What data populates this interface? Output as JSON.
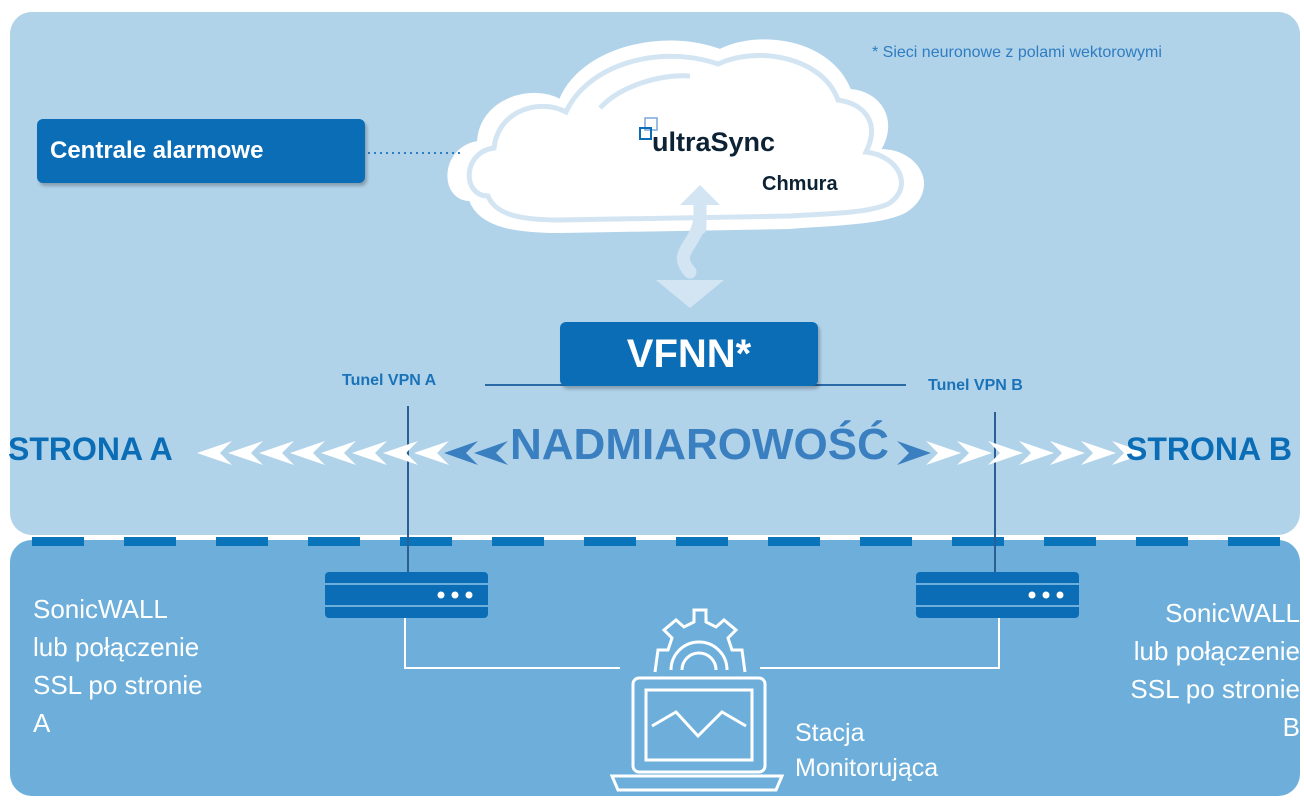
{
  "footnote": "* Sieci neuronowe z polami wektorowymi",
  "alarm_box": "Centrale alarmowe",
  "logo": {
    "prefix": "ultra",
    "suffix": "Sync"
  },
  "cloud_label": "Chmura",
  "vfnn": "VFNN*",
  "tunnel_a": "Tunel VPN A",
  "tunnel_b": "Tunel VPN B",
  "side_a": "STRONA A",
  "side_b": "STRONA B",
  "redundancy": "NADMIAROWOŚĆ",
  "desc_a": [
    "SonicWALL",
    "lub połączenie",
    "SSL po stronie",
    "A"
  ],
  "desc_b": [
    "SonicWALL",
    "lub połączenie",
    "SSL po stronie",
    "B"
  ],
  "station": [
    "Stacja",
    "Monitorująca"
  ],
  "colors": {
    "top_panel": "#b1d3ea",
    "bottom_panel": "#6dafda",
    "accent": "#0a6db6",
    "cloud_fill": "#ffffff"
  },
  "icons": [
    "cloud-icon",
    "sync-arrow-icon",
    "router-icon",
    "laptop-icon",
    "gear-icon",
    "ultrasync-logo-icon"
  ]
}
